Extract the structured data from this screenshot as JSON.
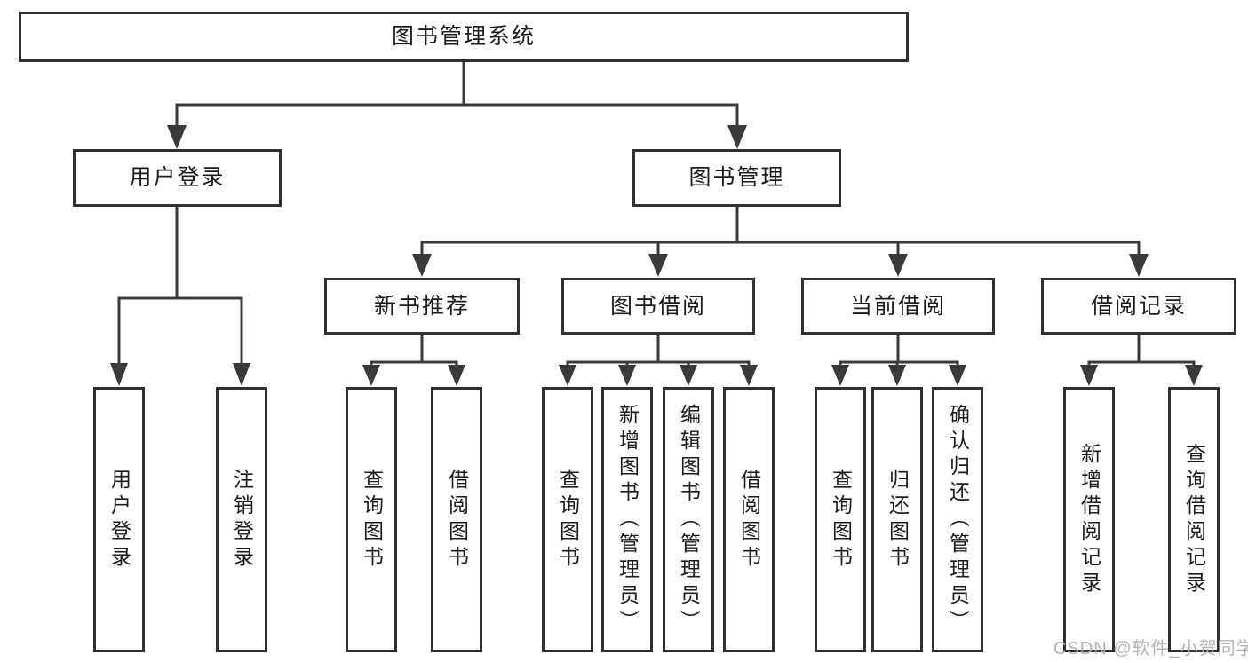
{
  "diagram": {
    "root": "图书管理系统",
    "branches": [
      {
        "label": "用户登录",
        "children": [
          "用户登录",
          "注销登录"
        ]
      },
      {
        "label": "图书管理",
        "groups": [
          {
            "label": "新书推荐",
            "children": [
              "查询图书",
              "借阅图书"
            ]
          },
          {
            "label": "图书借阅",
            "children": [
              "查询图书",
              "新增图书（管理员）",
              "编辑图书（管理员）",
              "借阅图书"
            ]
          },
          {
            "label": "当前借阅",
            "children": [
              "查询图书",
              "归还图书",
              "确认归还（管理员）"
            ]
          },
          {
            "label": "借阅记录",
            "children": [
              "新增借阅记录",
              "查询借阅记录"
            ]
          }
        ]
      }
    ],
    "line_color": "#3a3a3a",
    "border_color": "#303030"
  },
  "watermark": {
    "text": "CSDN @软件_小贺同学",
    "color": "#b3b3b3"
  }
}
